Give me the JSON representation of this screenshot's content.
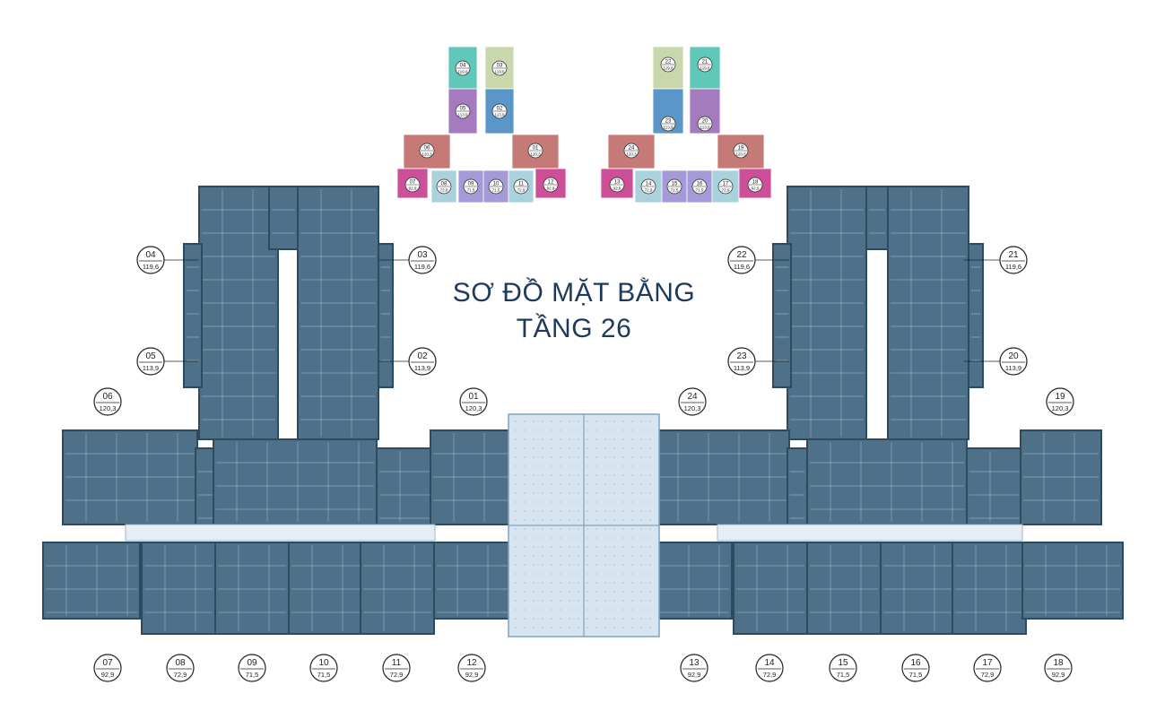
{
  "title": {
    "line1": "SƠ ĐỒ MẶT BẰNG",
    "line2": "TẦNG 26"
  },
  "colors": {
    "building": "#4e7089",
    "building_edge": "#2c4a60",
    "room_line": "#a9c3d6",
    "glass": "#d7e5f1",
    "teal": "#5fc8b8",
    "sage": "#c9d8ac",
    "purple": "#a57bc0",
    "blue": "#5a96c8",
    "rose": "#c67a78",
    "magenta": "#cc4f98",
    "light_blue": "#a9d2dd",
    "lavender": "#a49ad8",
    "ink": "#222222"
  },
  "apartments": [
    {
      "id": "01",
      "area": "120,3"
    },
    {
      "id": "02",
      "area": "113,9"
    },
    {
      "id": "03",
      "area": "119,6"
    },
    {
      "id": "04",
      "area": "119,6"
    },
    {
      "id": "05",
      "area": "113,9"
    },
    {
      "id": "06",
      "area": "120,3"
    },
    {
      "id": "07",
      "area": "92,9"
    },
    {
      "id": "08",
      "area": "72,9"
    },
    {
      "id": "09",
      "area": "71,5"
    },
    {
      "id": "10",
      "area": "71,5"
    },
    {
      "id": "11",
      "area": "72,9"
    },
    {
      "id": "12",
      "area": "92,9"
    },
    {
      "id": "13",
      "area": "92,9"
    },
    {
      "id": "14",
      "area": "72,9"
    },
    {
      "id": "15",
      "area": "71,5"
    },
    {
      "id": "16",
      "area": "71,5"
    },
    {
      "id": "17",
      "area": "72,9"
    },
    {
      "id": "18",
      "area": "92,9"
    },
    {
      "id": "19",
      "area": "120,3"
    },
    {
      "id": "20",
      "area": "113,9"
    },
    {
      "id": "21",
      "area": "119,6"
    },
    {
      "id": "22",
      "area": "119,6"
    },
    {
      "id": "23",
      "area": "113,9"
    },
    {
      "id": "24",
      "area": "120,3"
    }
  ],
  "minimap_units": [
    {
      "id": "04",
      "area": "119,6"
    },
    {
      "id": "03",
      "area": "119,6"
    },
    {
      "id": "05",
      "area": "113,9"
    },
    {
      "id": "02",
      "area": "113,9"
    },
    {
      "id": "06",
      "area": "120,3"
    },
    {
      "id": "01",
      "area": "120,3"
    },
    {
      "id": "07",
      "area": "92,9"
    },
    {
      "id": "08",
      "area": "72,9"
    },
    {
      "id": "09",
      "area": "71,5"
    },
    {
      "id": "10",
      "area": "71,5"
    },
    {
      "id": "11",
      "area": "72,9"
    },
    {
      "id": "12",
      "area": "92,9"
    },
    {
      "id": "22",
      "area": "119,6"
    },
    {
      "id": "21",
      "area": "119,6"
    },
    {
      "id": "23",
      "area": "113,9"
    },
    {
      "id": "20",
      "area": "113,9"
    },
    {
      "id": "24",
      "area": "120,3"
    },
    {
      "id": "19",
      "area": "120,3"
    },
    {
      "id": "13",
      "area": "92,9"
    },
    {
      "id": "14",
      "area": "72,9"
    },
    {
      "id": "15",
      "area": "71,5"
    },
    {
      "id": "16",
      "area": "71,5"
    },
    {
      "id": "17",
      "area": "72,9"
    },
    {
      "id": "18",
      "area": "92,9"
    }
  ]
}
